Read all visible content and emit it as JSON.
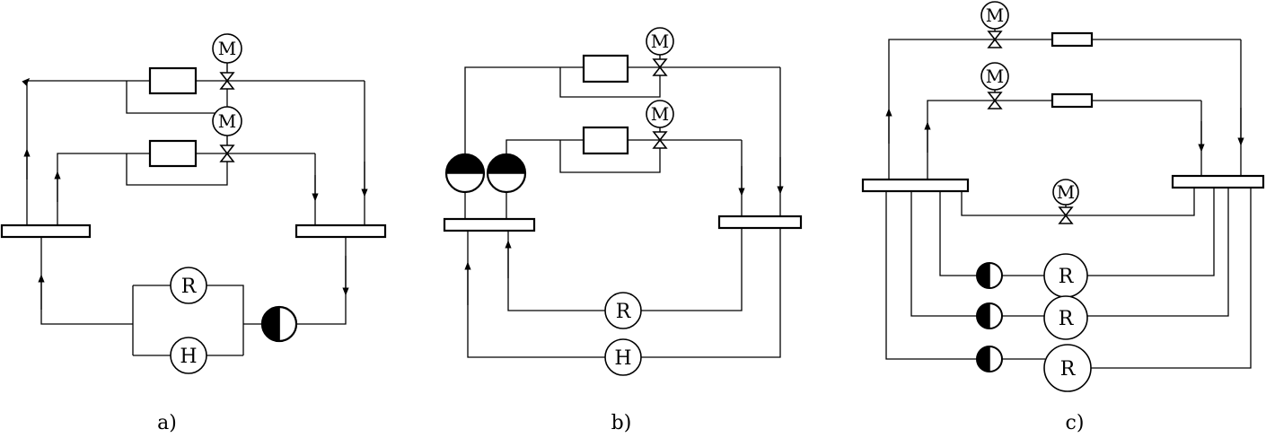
{
  "labels": {
    "motor": "M",
    "radiator": "R",
    "heater": "H"
  },
  "captions": {
    "a": "a)",
    "b": "b)",
    "c": "c)"
  }
}
